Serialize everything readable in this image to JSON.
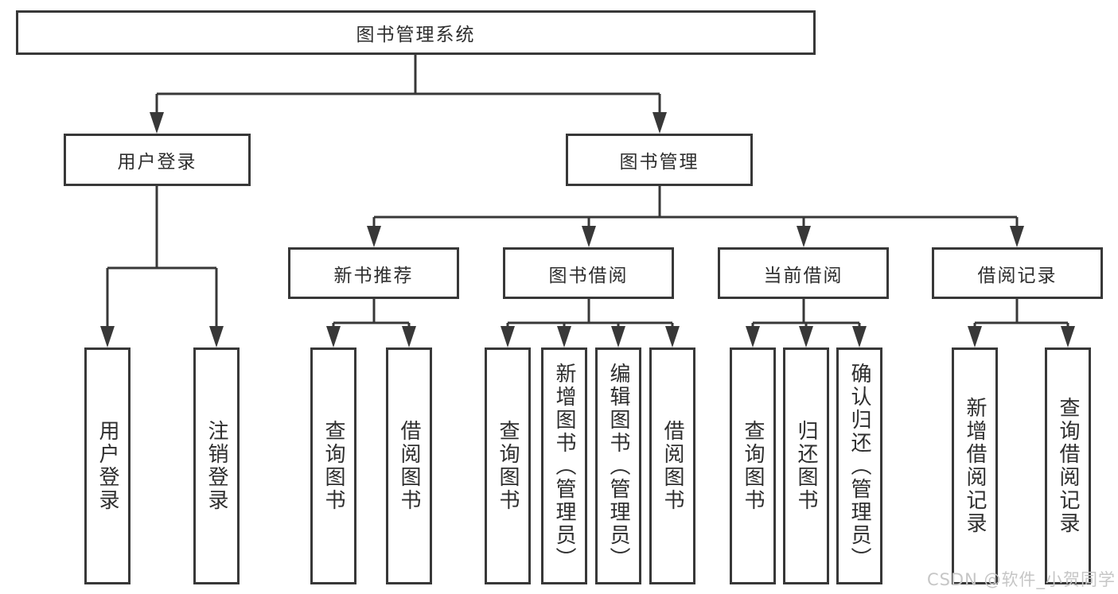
{
  "colors": {
    "line": "#383838",
    "node_border": "#383838",
    "node_fill": "#ffffff",
    "text": "#2e2e2e",
    "watermark": "#c6c6c6",
    "background": "#ffffff"
  },
  "nodes": {
    "root": "图书管理系统",
    "user_login": "用户登录",
    "book_management": "图书管理",
    "new_book_recommend": "新书推荐",
    "book_borrow": "图书借阅",
    "current_borrow": "当前借阅",
    "borrow_record": "借阅记录",
    "leaves": {
      "user_login": [
        "用户登录",
        "注销登录"
      ],
      "new_book_recommend": [
        "查询图书",
        "借阅图书"
      ],
      "book_borrow": [
        "查询图书",
        "新增图书（管理员）",
        "编辑图书（管理员）",
        "借阅图书"
      ],
      "current_borrow": [
        "查询图书",
        "归还图书",
        "确认归还（管理员）"
      ],
      "borrow_record": [
        "新增借阅记录",
        "查询借阅记录"
      ]
    }
  },
  "watermark": "CSDN @软件_小贺同学"
}
